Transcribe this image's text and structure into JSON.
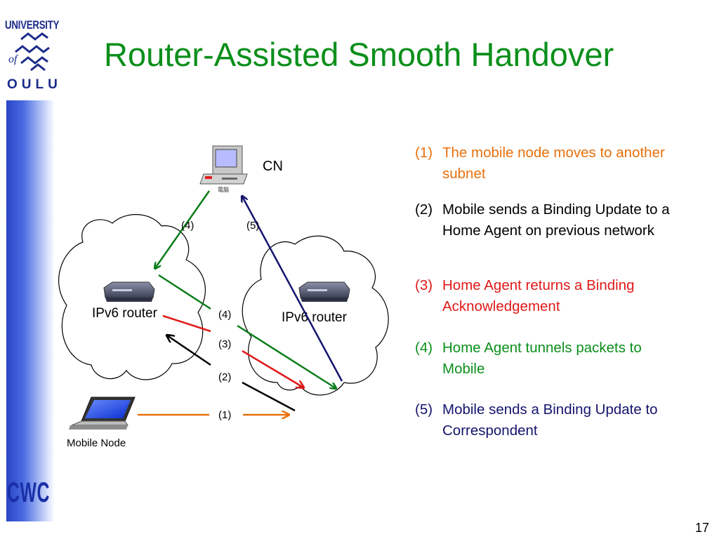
{
  "slide": {
    "title": "Router-Assisted Smooth Handover",
    "page_number": "17"
  },
  "logo": {
    "top": "UNIVERSITY",
    "middle": "of",
    "bottom": "OULU",
    "sidebar": "CWC"
  },
  "diagram": {
    "cn_label": "CN",
    "pc_caption": "電腦",
    "router_left": "IPv6 router",
    "router_right": "IPv6 router",
    "mobile_label": "Mobile Node",
    "arrow_labels": {
      "a4_top": "(4)",
      "a5_top": "(5)",
      "a4_mid": "(4)",
      "a3": "(3)",
      "a2": "(2)",
      "a1": "(1)"
    }
  },
  "steps": [
    {
      "num": "(1)",
      "text": "The mobile node moves to another subnet",
      "color": "#e8700d"
    },
    {
      "num": "(2)",
      "text": "Mobile sends a Binding Update to a Home Agent on previous network",
      "color": "#000000"
    },
    {
      "num": "(3)",
      "text": "Home Agent returns a Binding Acknowledgement",
      "color": "#e01919"
    },
    {
      "num": "(4)",
      "text": "Home Agent tunnels packets to Mobile",
      "color": "#0b8f1b"
    },
    {
      "num": "(5)",
      "text": "Mobile sends a Binding Update to Correspondent",
      "color": "#14146e"
    }
  ]
}
